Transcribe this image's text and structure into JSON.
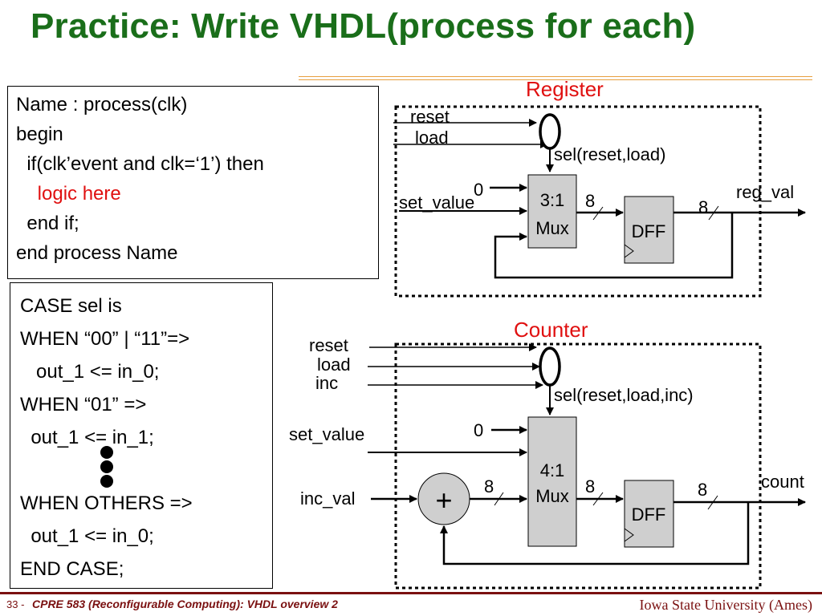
{
  "slide": {
    "title": "Practice: Write VHDL(process for each)"
  },
  "process_template": {
    "lines": [
      {
        "text": "Name : process(clk)",
        "indent": ""
      },
      {
        "text": "begin",
        "indent": ""
      },
      {
        "text": "if(clk’event and clk=‘1’) then",
        "indent": "  "
      },
      {
        "text": "logic here",
        "indent": "    ",
        "color": "red"
      },
      {
        "text": "end if;",
        "indent": "  "
      },
      {
        "text": "end process Name",
        "indent": ""
      }
    ]
  },
  "case_template": {
    "lines_top": [
      "CASE sel is",
      "WHEN “00” | “11”=>",
      "   out_1 <= in_0;",
      "WHEN “01” =>",
      "  out_1 <= in_1;"
    ],
    "lines_bottom": [
      "WHEN OTHERS =>",
      "  out_1 <= in_0;",
      "END CASE;"
    ]
  },
  "register": {
    "title": "Register",
    "input_reset": "reset",
    "input_load": "load",
    "sel_label": "sel(reset,load)",
    "zero": "0",
    "set_value": "set_value",
    "mux_label1": "3:1",
    "mux_label2": "Mux",
    "width1": "8",
    "dff": "DFF",
    "width2": "8",
    "output": "reg_val"
  },
  "counter": {
    "title": "Counter",
    "input_reset": "reset",
    "input_load": "load",
    "input_inc": "inc",
    "sel_label": "sel(reset,load,inc)",
    "zero": "0",
    "set_value": "set_value",
    "inc_val": "inc_val",
    "adder": "+",
    "width_add": "8",
    "mux_label1": "4:1",
    "mux_label2": "Mux",
    "width1": "8",
    "dff": "DFF",
    "width2": "8",
    "output": "count"
  },
  "footer": {
    "page": "33 -",
    "course": "CPRE 583 (Reconfigurable Computing):  VHDL overview 2",
    "university": "Iowa State University (Ames)"
  },
  "colors": {
    "title": "#1a6e1a",
    "label_red": "#e01010",
    "footer": "#7a1010",
    "block_fill": "#cfcfcf"
  }
}
